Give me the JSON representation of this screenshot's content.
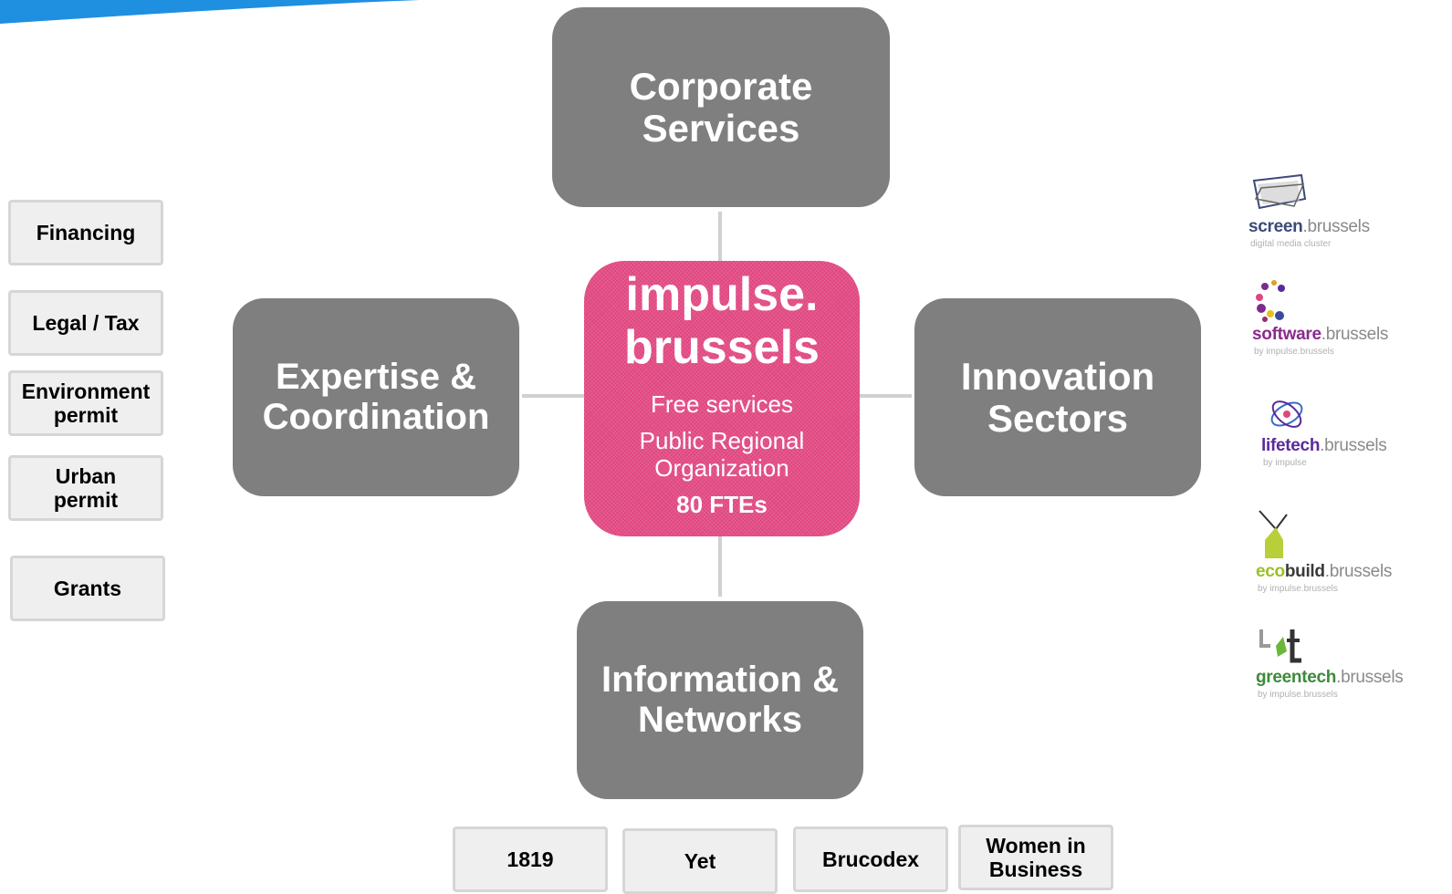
{
  "center": {
    "title_line1": "impulse.",
    "title_line2": "brussels",
    "line1": "Free services",
    "line2": "Public Regional",
    "line3": "Organization",
    "line4": "80 FTEs"
  },
  "hubs": {
    "top": [
      "Corporate",
      "Services"
    ],
    "left": [
      "Expertise &",
      "Coordination"
    ],
    "right": [
      "Innovation",
      "Sectors"
    ],
    "bottom": [
      "Information &",
      "Networks"
    ]
  },
  "left_items": [
    [
      "Financing"
    ],
    [
      "Legal / Tax"
    ],
    [
      "Environment",
      "permit"
    ],
    [
      "Urban",
      "permit"
    ],
    [
      "Grants"
    ]
  ],
  "bottom_items": [
    [
      "1819"
    ],
    [
      "Yet"
    ],
    [
      "Brucodex"
    ],
    [
      "Women in",
      "Business"
    ]
  ],
  "logos": [
    {
      "prefix": "screen",
      "suffix": ".brussels",
      "tagline": "digital media cluster",
      "color": "#3c4a7a",
      "icon": "screen-icon"
    },
    {
      "prefix": "software",
      "suffix": ".brussels",
      "tagline": "by impulse.brussels",
      "color": "#8b2a8c",
      "icon": "software-icon"
    },
    {
      "prefix": "lifetech",
      "suffix": ".brussels",
      "tagline": "by impulse",
      "color": "#5a2a9a",
      "icon": "lifetech-icon"
    },
    {
      "prefix": "ecobuild",
      "suffix": ".brussels",
      "tagline": "by impulse.brussels",
      "color": "#3a3a3a",
      "prefix_accent": "eco",
      "accent_color": "#9bbf2a",
      "icon": "ecobuild-icon"
    },
    {
      "prefix": "greentech",
      "suffix": ".brussels",
      "tagline": "by impulse.brussels",
      "color": "#3d8a3a",
      "icon": "greentech-icon"
    }
  ],
  "colors": {
    "hub": "#7f7f7f",
    "center": "#e0457f",
    "accent_blue": "#1f8fe0"
  }
}
